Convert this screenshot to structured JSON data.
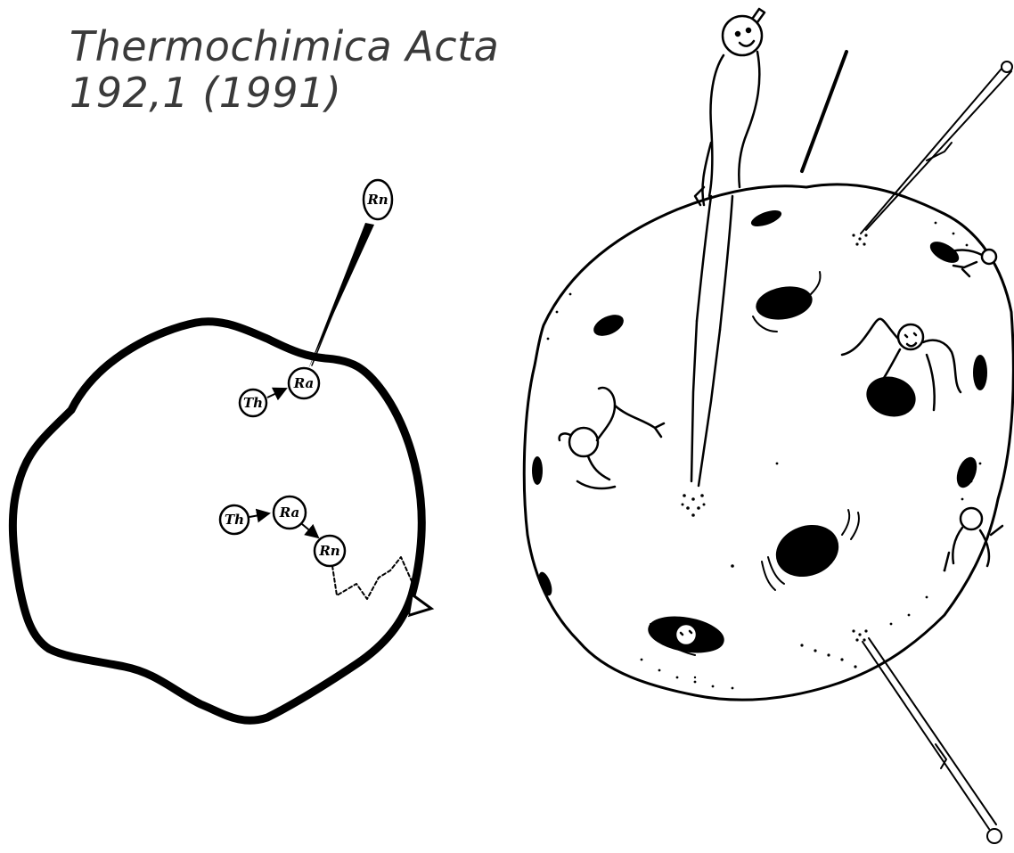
{
  "citation": {
    "journal": "Thermochimica Acta",
    "reference": "192,1 (1991)"
  },
  "left_grain": {
    "surface_decay": {
      "parent": "Th",
      "daughter": "Ra",
      "escaping_atom": "Rn"
    },
    "interior_decay": {
      "parent": "Th",
      "intermediate": "Ra",
      "product": "Rn"
    }
  },
  "colors": {
    "ink": "#000000",
    "citation_text": "#3a3a3a",
    "paper": "#ffffff"
  }
}
